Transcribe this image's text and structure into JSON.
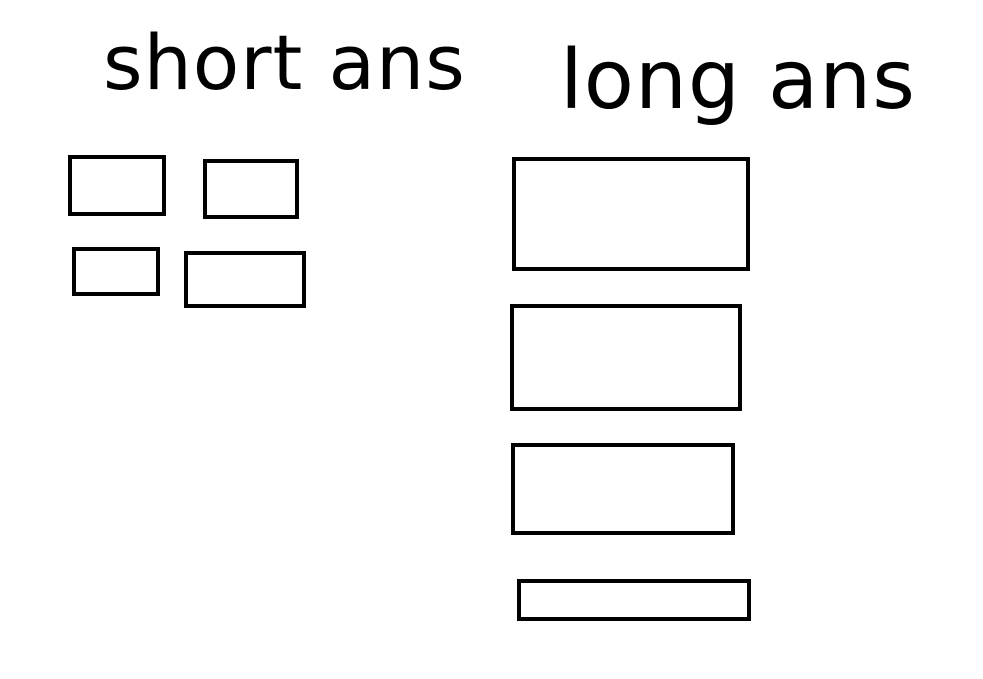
{
  "columns": [
    {
      "heading": "short ans",
      "box_count": 4
    },
    {
      "heading": "long ans",
      "box_count": 4
    }
  ],
  "colors": {
    "background": "#ffffff",
    "stroke": "#000000"
  }
}
